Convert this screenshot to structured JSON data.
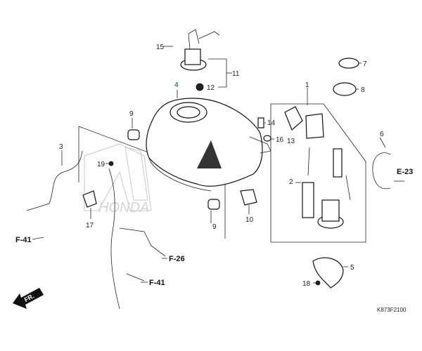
{
  "callouts": {
    "c1": "1",
    "c2": "2",
    "c3": "3",
    "c4": "4",
    "c5": "5",
    "c6": "6",
    "c7": "7",
    "c8": "8",
    "c9a": "9",
    "c9b": "9",
    "c10": "10",
    "c11": "11",
    "c12": "12",
    "c13": "13",
    "c14": "14",
    "c15": "15",
    "c16": "16",
    "c17": "17",
    "c18": "18",
    "c19": "19"
  },
  "refs": {
    "f41a": "F-41",
    "f41b": "F-41",
    "f26": "F-26",
    "e23": "E-23"
  },
  "front_arrow": "FR.",
  "diagram_code": "K873F2100",
  "watermark_text": "HONDA",
  "colors": {
    "highlight": "#1e9e3c",
    "line": "#222222"
  }
}
